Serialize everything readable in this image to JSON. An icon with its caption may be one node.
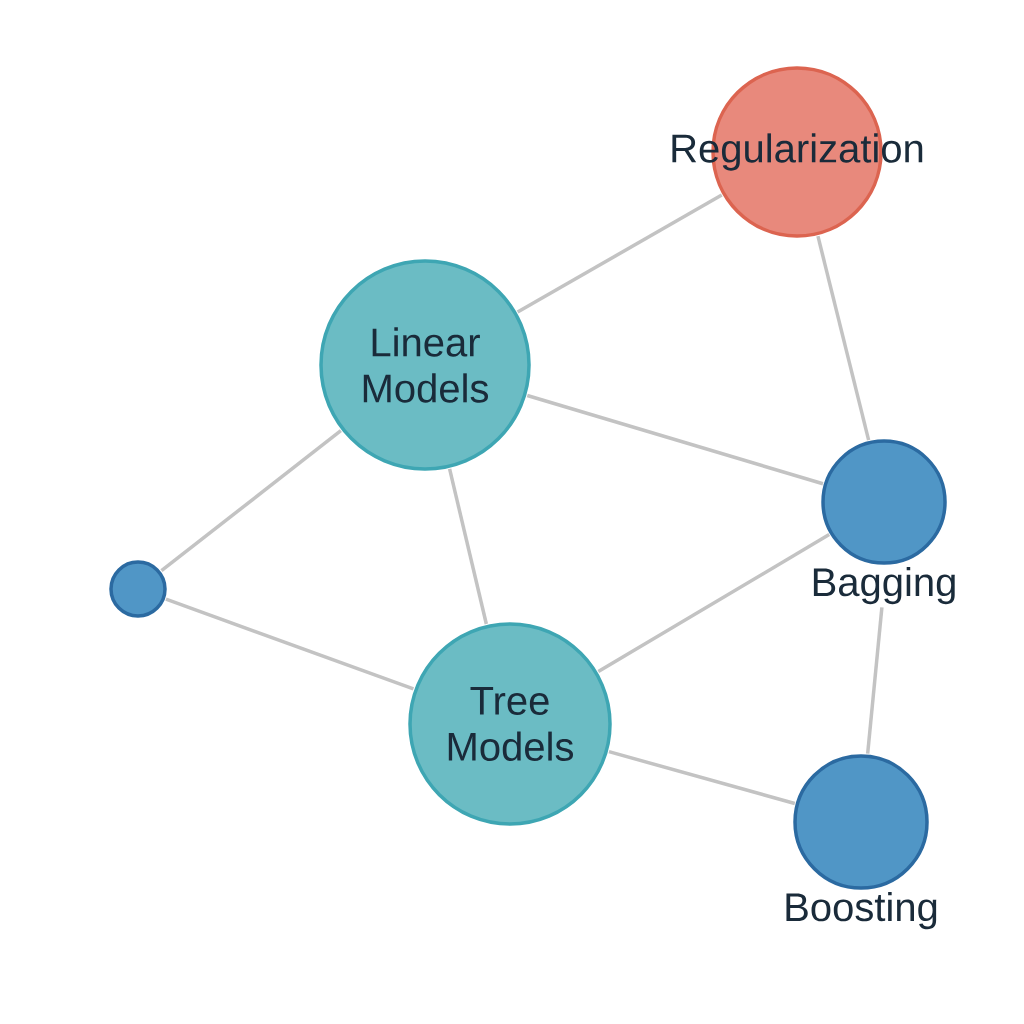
{
  "diagram": {
    "nodes": [
      {
        "text": [
          "Regularization"
        ]
      },
      {
        "text": [
          "Linear Models"
        ]
      },
      {
        "text": [
          "Bagging"
        ]
      },
      {
        "text": [],
        "shape": "circle"
      },
      {
        "text": [
          "Tree Models"
        ]
      },
      {
        "text": [
          "Boosting"
        ]
      }
    ],
    "edges": [
      {
        "from": 1,
        "to": 0,
        "arrow": "none"
      },
      {
        "from": 0,
        "to": 2,
        "arrow": "none"
      },
      {
        "from": 1,
        "to": 2,
        "arrow": "none"
      },
      {
        "from": 1,
        "to": 3,
        "arrow": "none"
      },
      {
        "from": 1,
        "to": 4,
        "arrow": "none"
      },
      {
        "from": 3,
        "to": 4,
        "arrow": "none"
      },
      {
        "from": 4,
        "to": 2,
        "arrow": "none"
      },
      {
        "from": 2,
        "to": 5,
        "arrow": "none"
      },
      {
        "from": 4,
        "to": 5,
        "arrow": "none"
      }
    ]
  }
}
